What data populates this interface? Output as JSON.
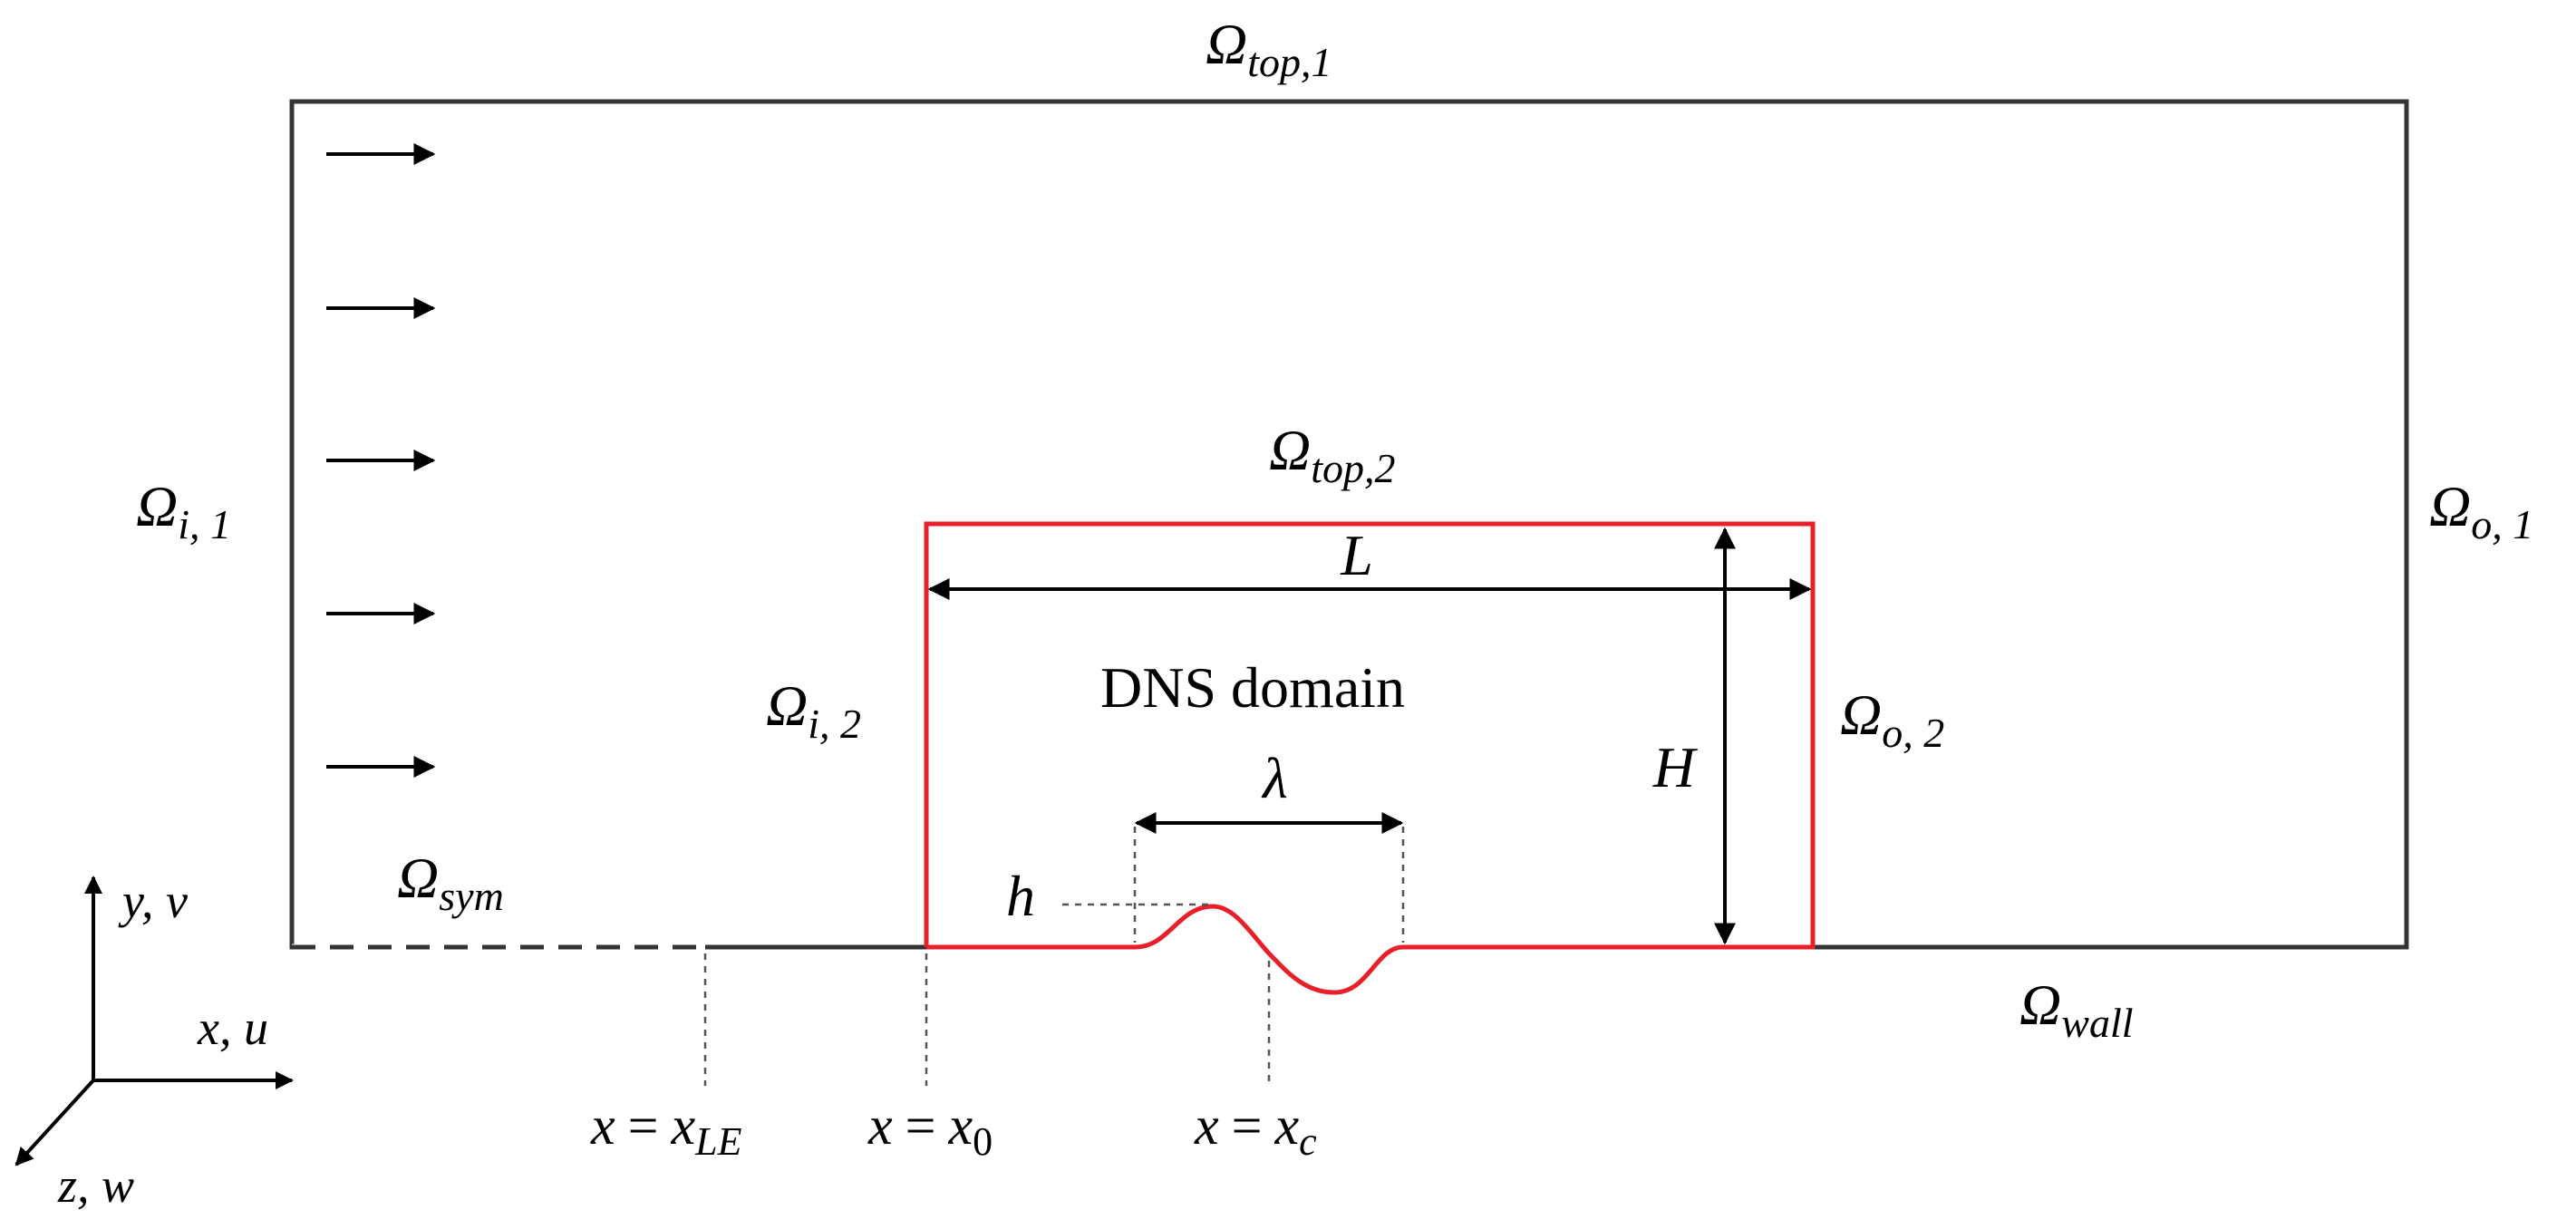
{
  "labels": {
    "omega": "Ω",
    "top1_sub": "top,1",
    "top2_sub": "top,2",
    "i1_sub": "i, 1",
    "o1_sub": "o, 1",
    "i2_sub": "i, 2",
    "o2_sub": "o, 2",
    "sym_sub": "sym",
    "wall_sub": "wall",
    "domain_name": "DNS domain",
    "L": "L",
    "H": "H",
    "lambda": "λ",
    "h": "h",
    "axis_y": "y, v",
    "axis_x": "x, u",
    "axis_z": "z, w",
    "x_lhs": "x",
    "eq": "=",
    "xle_base": "x",
    "xle_sub": "LE",
    "x0_base": "x",
    "x0_sub": "0",
    "xc_base": "x",
    "xc_sub": "c"
  },
  "colors": {
    "outer": "#333333",
    "domain": "#e8202a",
    "guide": "#555555"
  }
}
